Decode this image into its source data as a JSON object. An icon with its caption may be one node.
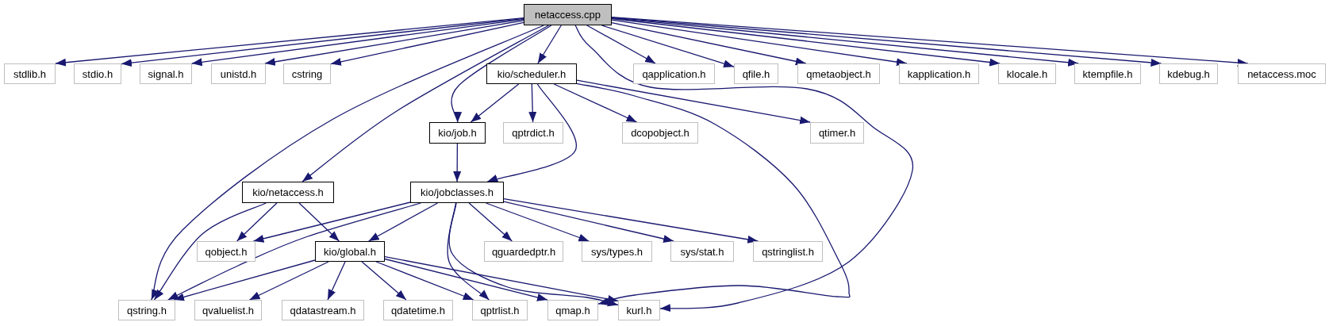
{
  "diagram": {
    "nodes": [
      {
        "text": [
          "netaccess.cpp"
        ]
      },
      {
        "text": [
          "stdlib.h"
        ]
      },
      {
        "text": [
          "stdio.h"
        ]
      },
      {
        "text": [
          "signal.h"
        ]
      },
      {
        "text": [
          "unistd.h"
        ]
      },
      {
        "text": [
          "cstring"
        ]
      },
      {
        "text": [
          "kio/scheduler.h"
        ]
      },
      {
        "text": [
          "qapplication.h"
        ]
      },
      {
        "text": [
          "qfile.h"
        ]
      },
      {
        "text": [
          "qmetaobject.h"
        ]
      },
      {
        "text": [
          "kapplication.h"
        ]
      },
      {
        "text": [
          "klocale.h"
        ]
      },
      {
        "text": [
          "ktempfile.h"
        ]
      },
      {
        "text": [
          "kdebug.h"
        ]
      },
      {
        "text": [
          "netaccess.moc"
        ]
      },
      {
        "text": [
          "kio/job.h"
        ]
      },
      {
        "text": [
          "qptrdict.h"
        ]
      },
      {
        "text": [
          "dcopobject.h"
        ]
      },
      {
        "text": [
          "qtimer.h"
        ]
      },
      {
        "text": [
          "kio/netaccess.h"
        ]
      },
      {
        "text": [
          "kio/jobclasses.h"
        ]
      },
      {
        "text": [
          "qobject.h"
        ]
      },
      {
        "text": [
          "kio/global.h"
        ]
      },
      {
        "text": [
          "qguardedptr.h"
        ]
      },
      {
        "text": [
          "sys/types.h"
        ]
      },
      {
        "text": [
          "sys/stat.h"
        ]
      },
      {
        "text": [
          "qstringlist.h"
        ]
      },
      {
        "text": [
          "qstring.h"
        ]
      },
      {
        "text": [
          "qvaluelist.h"
        ]
      },
      {
        "text": [
          "qdatastream.h"
        ]
      },
      {
        "text": [
          "qdatetime.h"
        ]
      },
      {
        "text": [
          "qptrlist.h"
        ]
      },
      {
        "text": [
          "qmap.h"
        ]
      },
      {
        "text": [
          "kurl.h"
        ]
      }
    ],
    "edges": [
      {
        "from": 0,
        "to": 1,
        "arrow": "to"
      },
      {
        "from": 0,
        "to": 2,
        "arrow": "to"
      },
      {
        "from": 0,
        "to": 3,
        "arrow": "to"
      },
      {
        "from": 0,
        "to": 4,
        "arrow": "to"
      },
      {
        "from": 0,
        "to": 5,
        "arrow": "to"
      },
      {
        "from": 0,
        "to": 6,
        "arrow": "to"
      },
      {
        "from": 0,
        "to": 7,
        "arrow": "to"
      },
      {
        "from": 0,
        "to": 8,
        "arrow": "to"
      },
      {
        "from": 0,
        "to": 9,
        "arrow": "to"
      },
      {
        "from": 0,
        "to": 10,
        "arrow": "to"
      },
      {
        "from": 0,
        "to": 11,
        "arrow": "to"
      },
      {
        "from": 0,
        "to": 12,
        "arrow": "to"
      },
      {
        "from": 0,
        "to": 13,
        "arrow": "to"
      },
      {
        "from": 0,
        "to": 14,
        "arrow": "to"
      },
      {
        "from": 0,
        "to": 15,
        "arrow": "to"
      },
      {
        "from": 0,
        "to": 19,
        "arrow": "to"
      },
      {
        "from": 0,
        "to": 27,
        "arrow": "to"
      },
      {
        "from": 0,
        "to": 33,
        "arrow": "to"
      },
      {
        "from": 6,
        "to": 15,
        "arrow": "to"
      },
      {
        "from": 6,
        "to": 16,
        "arrow": "to"
      },
      {
        "from": 6,
        "to": 17,
        "arrow": "to"
      },
      {
        "from": 6,
        "to": 20,
        "arrow": "to"
      },
      {
        "from": 6,
        "to": 18,
        "arrow": "to"
      },
      {
        "from": 6,
        "to": 32,
        "arrow": "to"
      },
      {
        "from": 15,
        "to": 20,
        "arrow": "to"
      },
      {
        "from": 19,
        "to": 27,
        "arrow": "to"
      },
      {
        "from": 19,
        "to": 21,
        "arrow": "to"
      },
      {
        "from": 19,
        "to": 22,
        "arrow": "to"
      },
      {
        "from": 20,
        "to": 21,
        "arrow": "to"
      },
      {
        "from": 20,
        "to": 27,
        "arrow": "to"
      },
      {
        "from": 20,
        "to": 22,
        "arrow": "to"
      },
      {
        "from": 20,
        "to": 31,
        "arrow": "to"
      },
      {
        "from": 20,
        "to": 33,
        "arrow": "to"
      },
      {
        "from": 20,
        "to": 23,
        "arrow": "to"
      },
      {
        "from": 20,
        "to": 24,
        "arrow": "to"
      },
      {
        "from": 20,
        "to": 25,
        "arrow": "to"
      },
      {
        "from": 20,
        "to": 26,
        "arrow": "to"
      },
      {
        "from": 22,
        "to": 27,
        "arrow": "to"
      },
      {
        "from": 22,
        "to": 28,
        "arrow": "to"
      },
      {
        "from": 22,
        "to": 29,
        "arrow": "to"
      },
      {
        "from": 22,
        "to": 30,
        "arrow": "to"
      },
      {
        "from": 22,
        "to": 31,
        "arrow": "to"
      },
      {
        "from": 22,
        "to": 32,
        "arrow": "to"
      },
      {
        "from": 22,
        "to": 33,
        "arrow": "to"
      }
    ]
  }
}
